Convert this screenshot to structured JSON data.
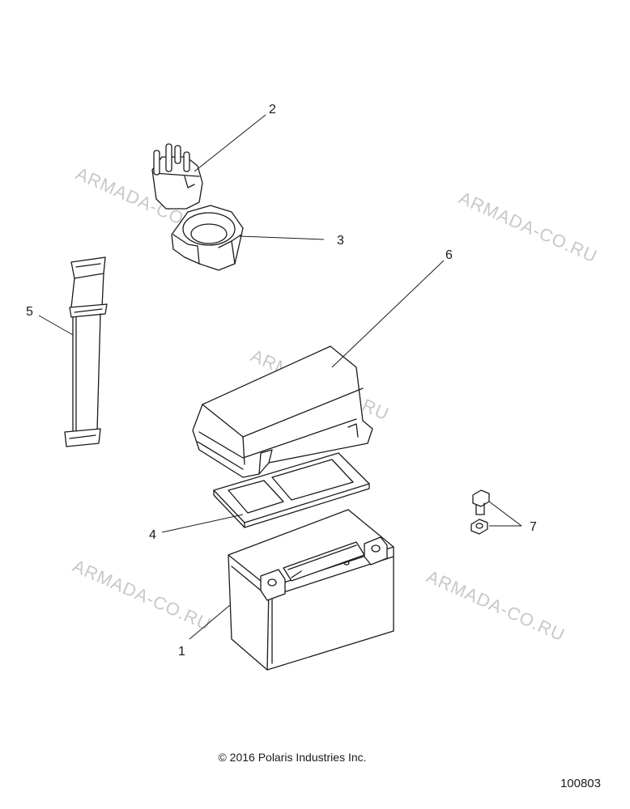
{
  "callouts": {
    "c1": "1",
    "c2": "2",
    "c3": "3",
    "c4": "4",
    "c5": "5",
    "c6": "6",
    "c7": "7"
  },
  "watermark": "ARMADA-CO.RU",
  "copyright": "© 2016 Polaris Industries Inc.",
  "figure_number": "100803"
}
